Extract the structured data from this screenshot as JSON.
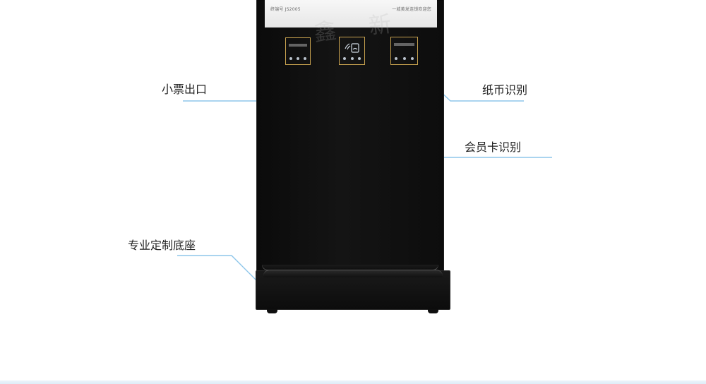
{
  "screen": {
    "title_left": "终端号 JS2005",
    "title_right": "一城美发连锁欢迎您"
  },
  "callouts": {
    "ticket": "小票出口",
    "cash": "纸币识别",
    "card": "会员卡识别",
    "base": "专业定制底座"
  },
  "watermark": "鑫 新",
  "colors": {
    "accent_gold": "#c8a24f",
    "callout_line": "#8dc6ea"
  }
}
